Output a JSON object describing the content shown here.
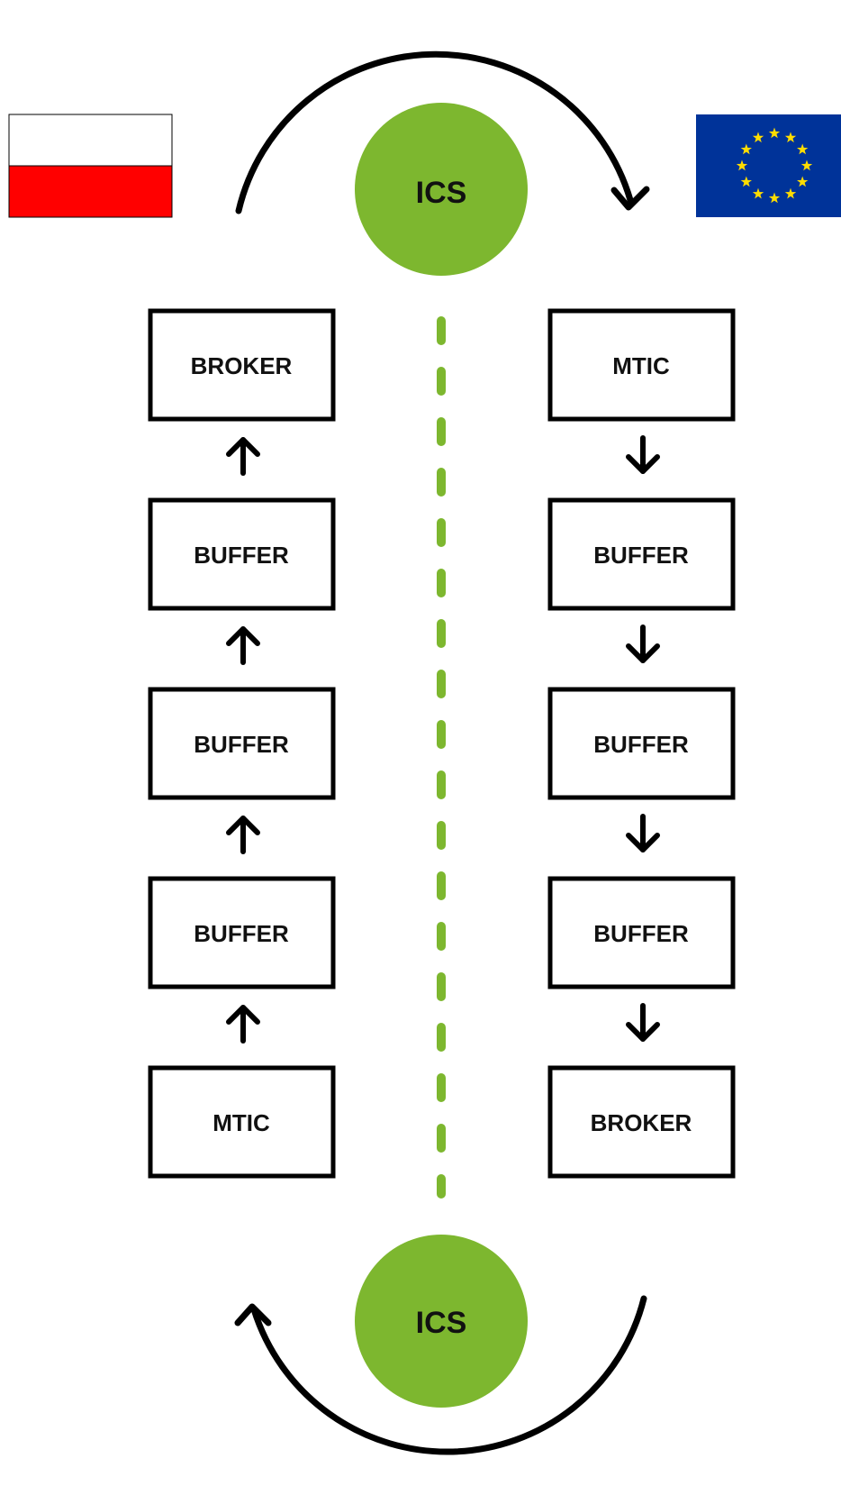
{
  "colors": {
    "accent_green": "#7db72f",
    "poland_white": "#ffffff",
    "poland_red": "#ff0000",
    "eu_blue": "#003399",
    "eu_star": "#ffdd00"
  },
  "top": {
    "left_flag": "flag-of-poland",
    "right_flag": "flag-of-european-union",
    "circle_label": "ICS",
    "arc_direction": "clockwise-left-to-right"
  },
  "left_column": {
    "flow_direction": "up",
    "boxes": [
      "BROKER",
      "BUFFER",
      "BUFFER",
      "BUFFER",
      "MTIC"
    ]
  },
  "right_column": {
    "flow_direction": "down",
    "boxes": [
      "MTIC",
      "BUFFER",
      "BUFFER",
      "BUFFER",
      "BROKER"
    ]
  },
  "bottom": {
    "circle_label": "ICS",
    "arc_direction": "clockwise-right-to-left"
  }
}
